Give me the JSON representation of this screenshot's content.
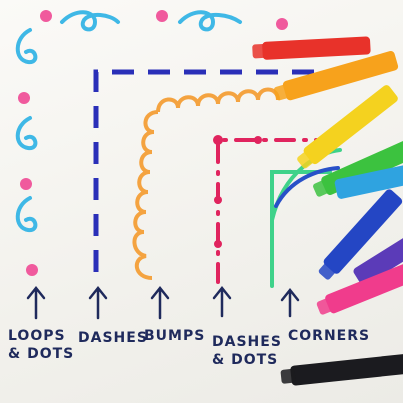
{
  "labels": {
    "loops_line1": "LOOPS",
    "loops_line2": "& DOTS",
    "dashes": "DASHES",
    "bumps": "BUMPS",
    "dashdots_line1": "DASHES",
    "dashdots_line2": "& DOTS",
    "corners": "CORNERS"
  },
  "colors": {
    "loops": "#3fb8e6",
    "dots": "#f05a9d",
    "dashes": "#2a2fb8",
    "bumps": "#f4a340",
    "dashdots": "#e0245e",
    "corners_green": "#3fd28a",
    "corners_blue": "#2850c8",
    "ink": "#1f2a5c"
  },
  "markers": [
    {
      "name": "red-marker",
      "color": "#e8322a"
    },
    {
      "name": "orange-marker",
      "color": "#f7a21c"
    },
    {
      "name": "yellow-marker",
      "color": "#f4d21f"
    },
    {
      "name": "green-marker",
      "color": "#3cc23f"
    },
    {
      "name": "lightblue-marker",
      "color": "#2fa3e0"
    },
    {
      "name": "blue-marker",
      "color": "#2446c4"
    },
    {
      "name": "purple-marker",
      "color": "#5b3bb8"
    },
    {
      "name": "pink-marker",
      "color": "#f03c8c"
    },
    {
      "name": "black-marker",
      "color": "#1b1b1f"
    }
  ],
  "icons": [
    "up-arrow-icon"
  ]
}
